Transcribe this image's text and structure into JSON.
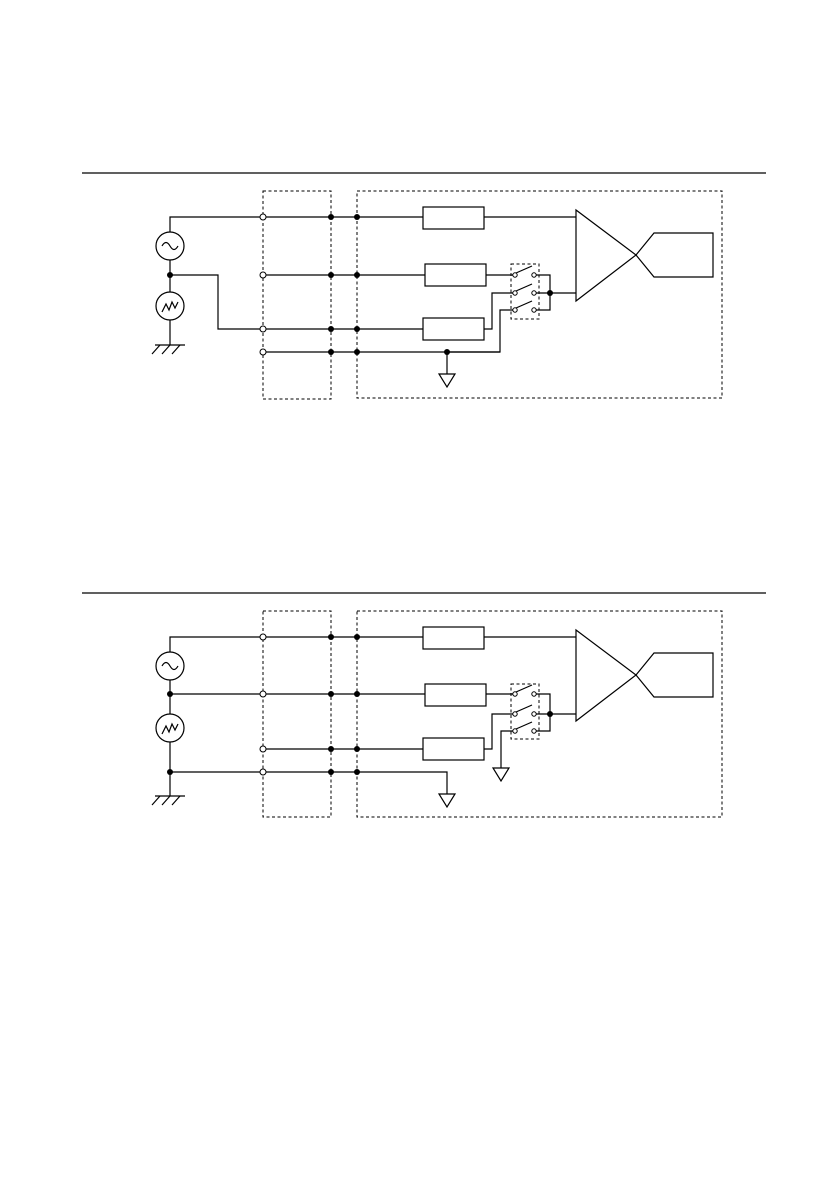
{
  "diagrams": [
    {
      "name": "schematic-top",
      "source_2_grounded": false,
      "ground_return": "ai-ground"
    },
    {
      "name": "schematic-bottom",
      "source_2_grounded": true,
      "ground_return": "switch-ground"
    }
  ],
  "icons": [
    "ac-source-icon",
    "noise-source-icon",
    "earth-ground-icon",
    "chassis-ground-icon",
    "amplifier-icon",
    "switch-icon"
  ]
}
